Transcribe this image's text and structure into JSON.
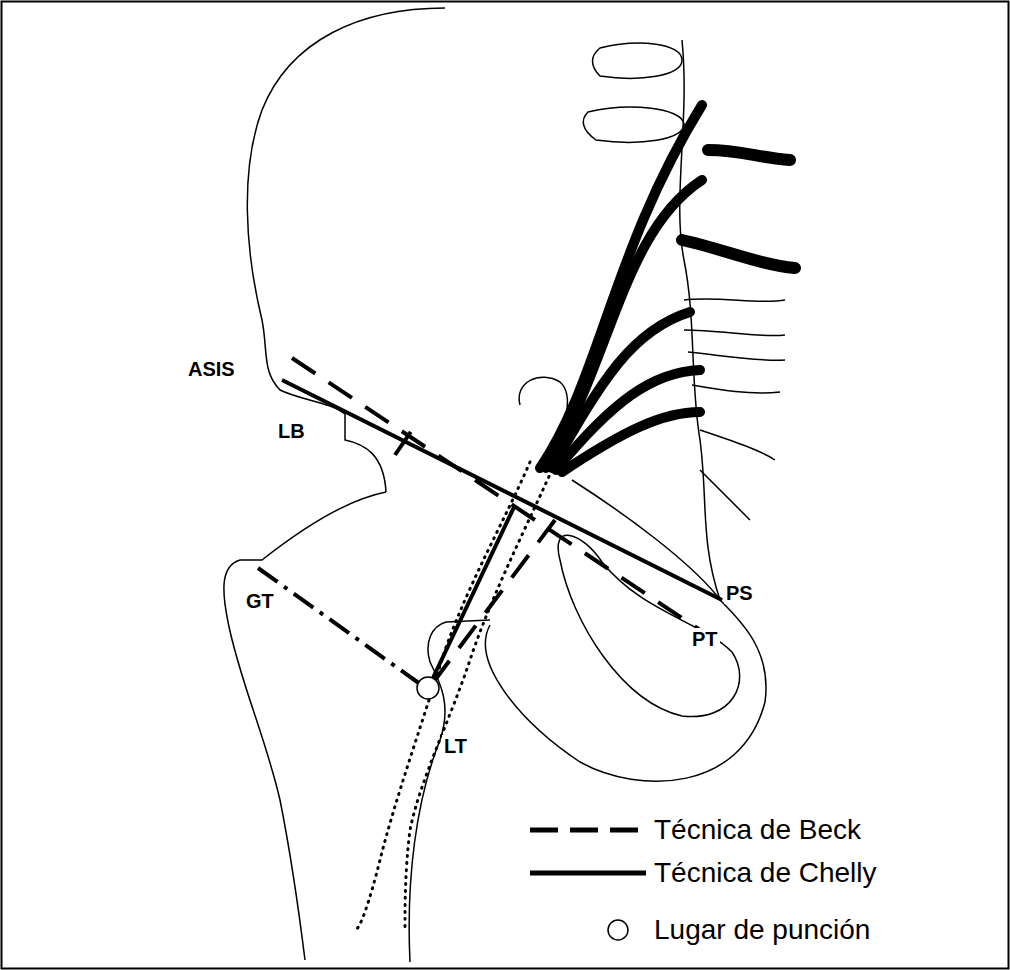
{
  "diagram": {
    "labels": [
      "ASIS",
      "LB",
      "GT",
      "LT",
      "PS",
      "PT"
    ],
    "legend": [
      {
        "text": "Técnica de Beck"
      },
      {
        "text": "Técnica de Chelly"
      },
      {
        "text": "Lugar de punción"
      }
    ]
  }
}
